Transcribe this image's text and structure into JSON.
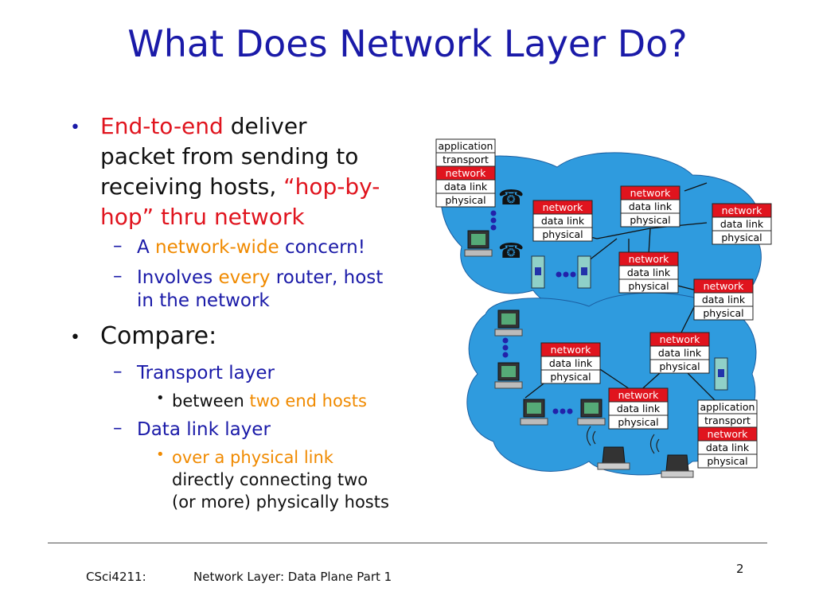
{
  "title": "What Does Network Layer Do?",
  "bullets": {
    "b1_part1": "End-to-end",
    "b1_part2": " deliver",
    "b1_line2": "packet from sending to",
    "b1_line3a": "receiving hosts, ",
    "b1_line3b": "“hop-by-",
    "b1_line4": "hop” thru network",
    "sub1a": "A ",
    "sub1b": "network-wide",
    "sub1c": " concern!",
    "sub2a": "Involves ",
    "sub2b": "every",
    "sub2c": " router, host",
    "sub2d": "in the network",
    "compare": "Compare:",
    "transport": "Transport layer",
    "between_a": "between ",
    "between_b": "two end hosts",
    "datalink": "Data link layer",
    "over": "over a physical link",
    "direct1": "directly connecting two",
    "direct2": "(or more) physically  hosts"
  },
  "footer": {
    "course": "CSci4211:",
    "topic": "Network Layer: Data Plane Part 1",
    "page": "2"
  },
  "stack_labels": {
    "application": "application",
    "transport": "transport",
    "network": "network",
    "datalink": "data link",
    "physical": "physical"
  },
  "colors": {
    "title": "#1a1aa8",
    "highlight_red": "#e0141e",
    "highlight_orange": "#f08a00",
    "cloud": "#2f9bde",
    "network_box": "#e0141e"
  }
}
